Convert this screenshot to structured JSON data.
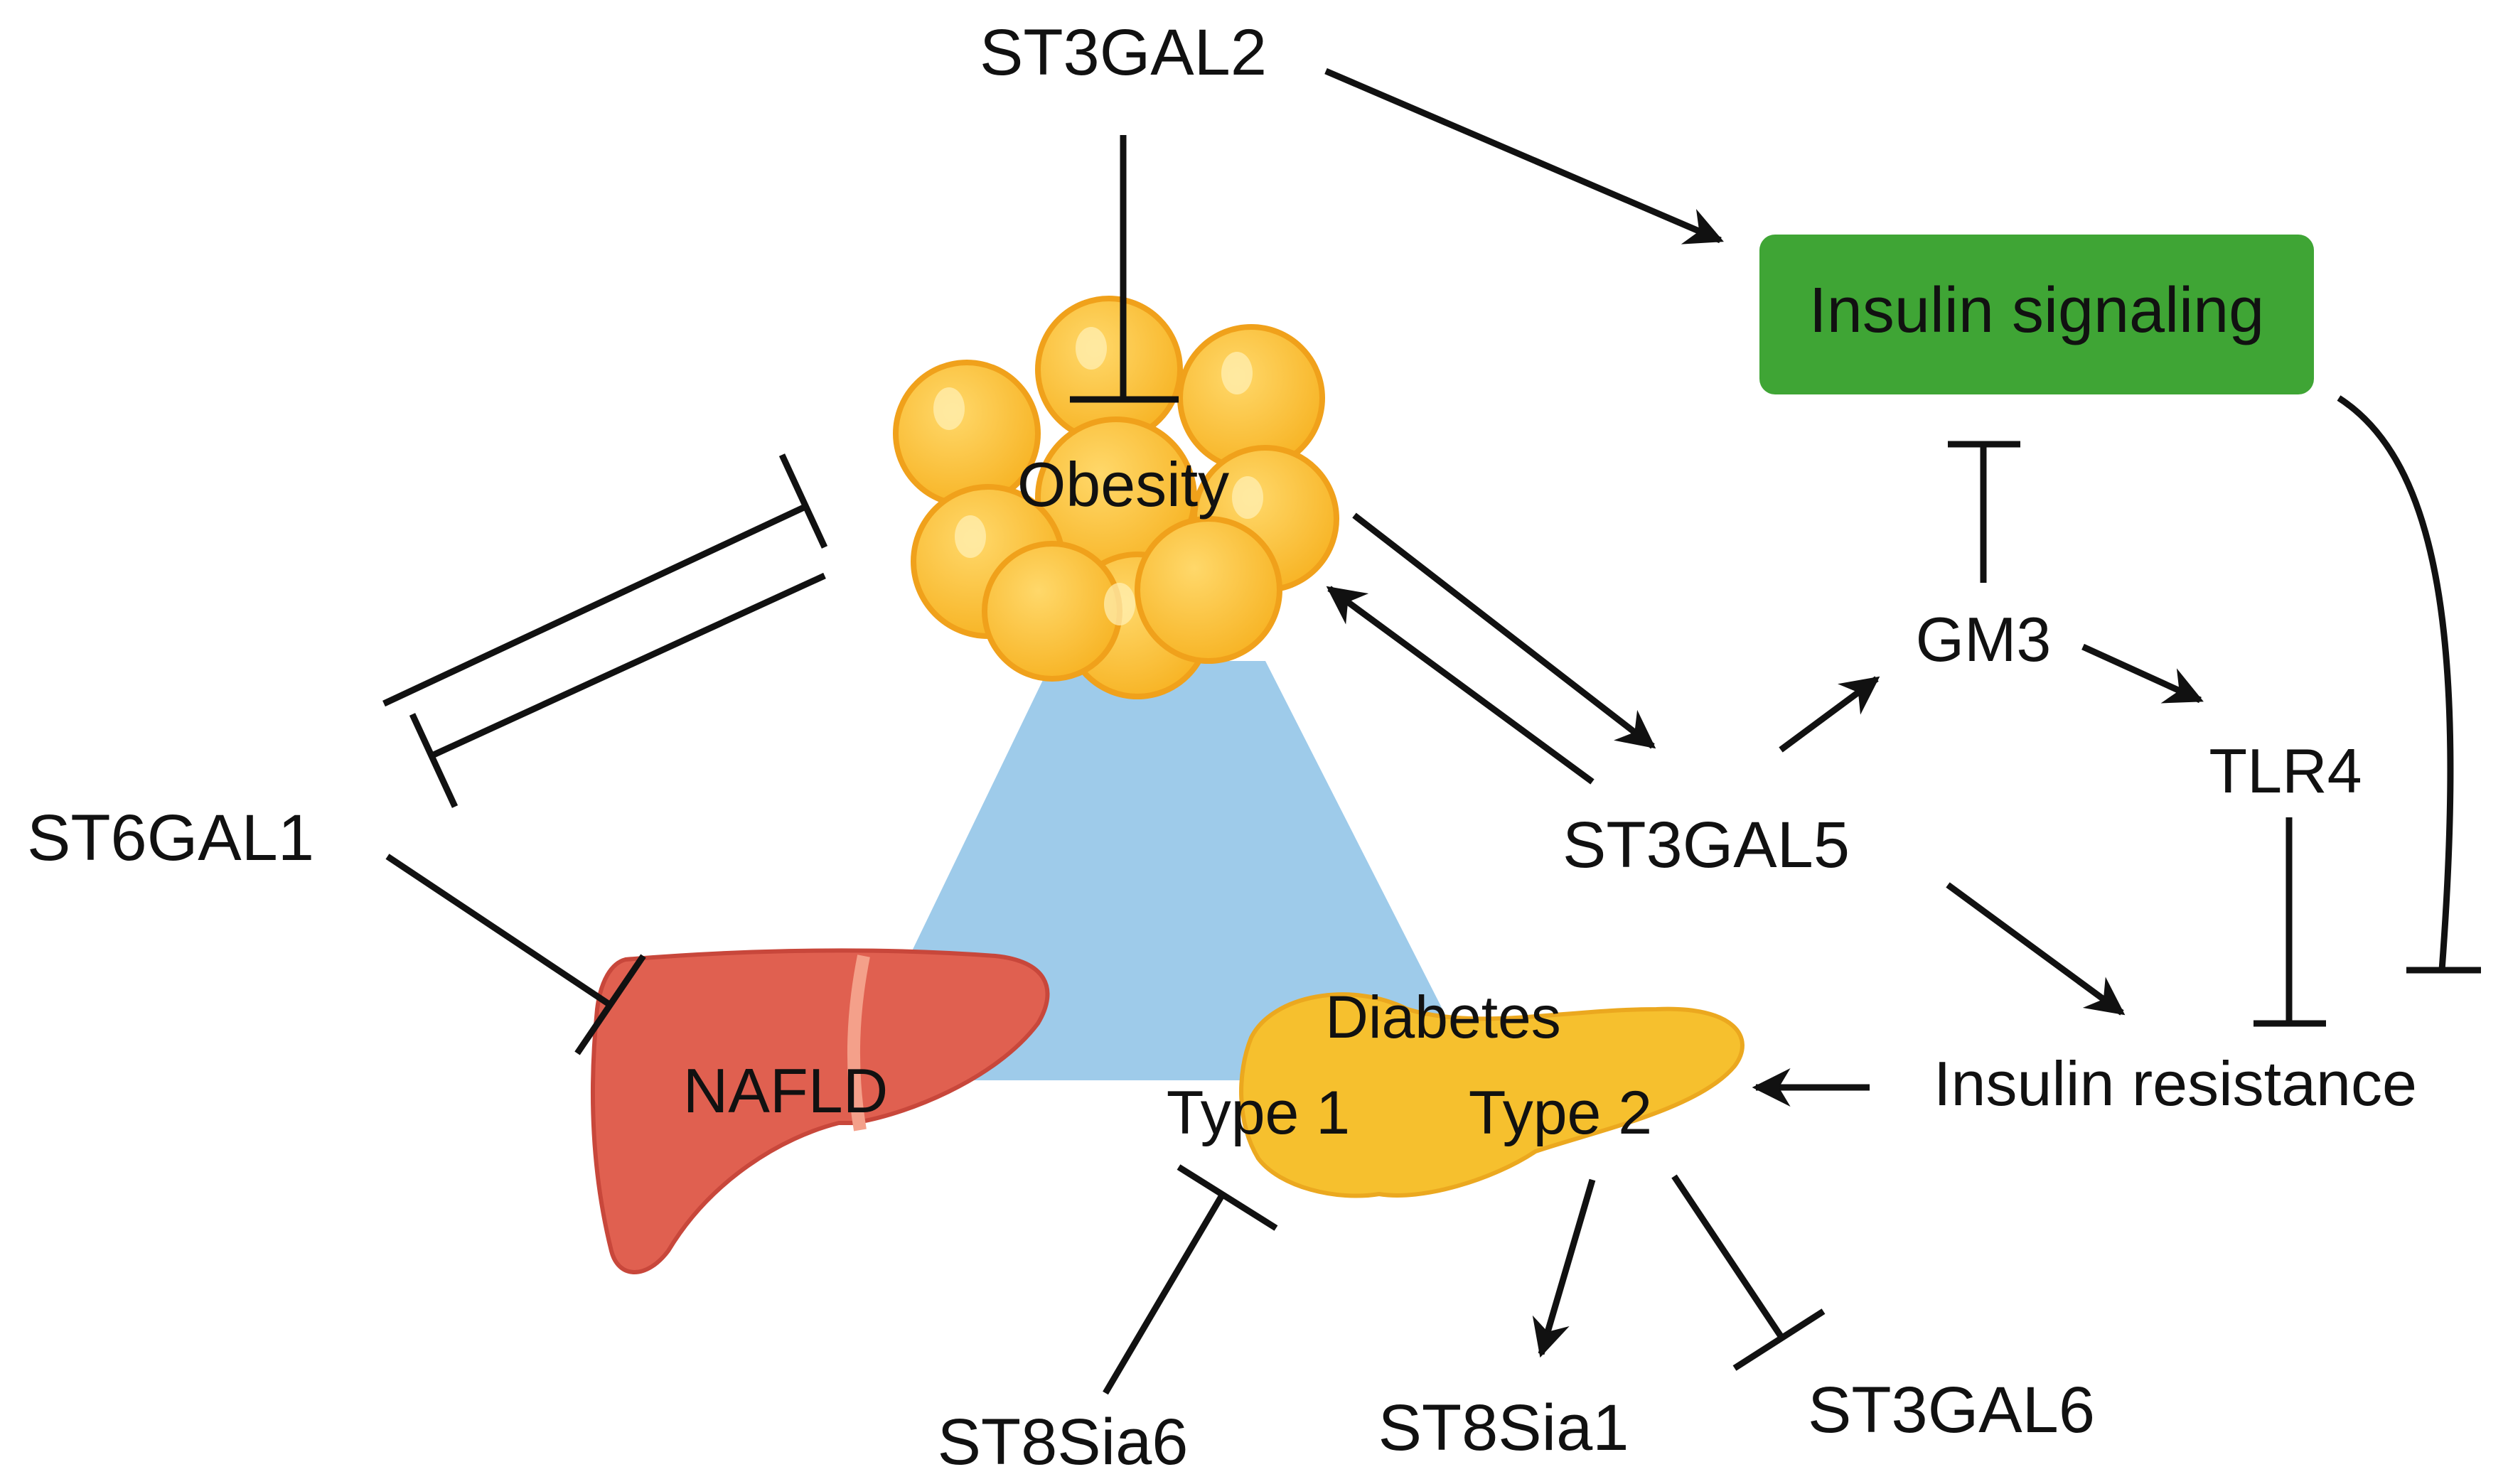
{
  "labels": {
    "st3gal2": "ST3GAL2",
    "insulin_signaling": "Insulin signaling",
    "obesity": "Obesity",
    "gm3": "GM3",
    "tlr4": "TLR4",
    "st6gal1": "ST6GAL1",
    "st3gal5": "ST3GAL5",
    "nafld": "NAFLD",
    "diabetes": "Diabetes",
    "type1": "Type 1",
    "type2": "Type 2",
    "insulin_resistance": "Insulin resistance",
    "st8sia6": "ST8Sia6",
    "st8sia1": "ST8Sia1",
    "st3gal6": "ST3GAL6"
  },
  "colors": {
    "insulin_box": "#3fa535",
    "triangle": "#9ecbea",
    "fat_cell": "#fbbf2c",
    "fat_cell_stroke": "#f0a11b",
    "liver": "#e06050",
    "liver_stroke": "#c8473b",
    "pancreas": "#f6c02e",
    "ink": "#111111"
  }
}
